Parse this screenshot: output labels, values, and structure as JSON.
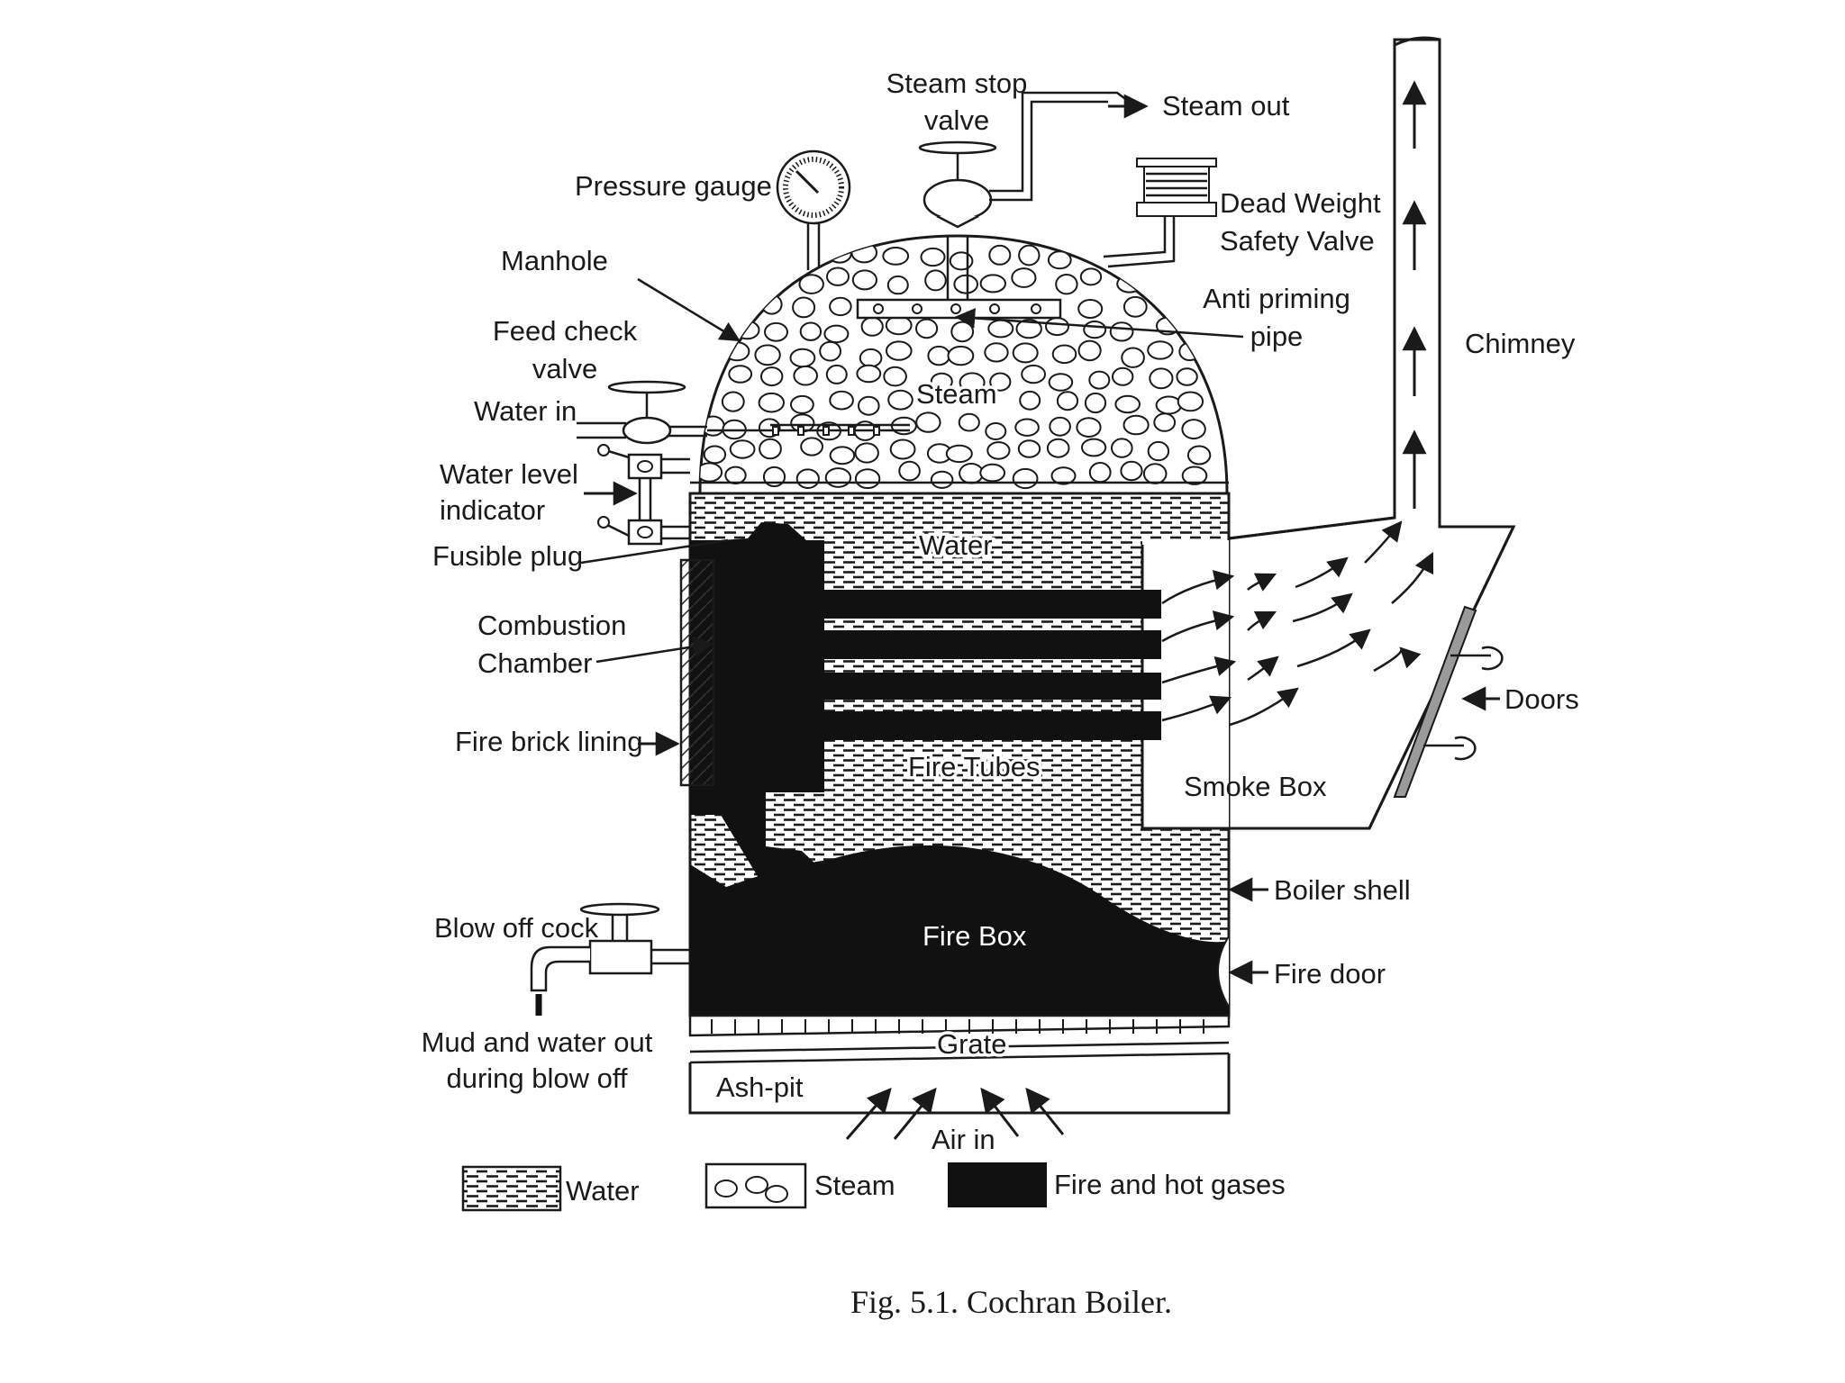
{
  "labels": {
    "steam_stop_valve": [
      "Steam stop",
      "valve"
    ],
    "steam_out": "Steam out",
    "pressure_gauge": "Pressure gauge",
    "dead_weight_safety_valve": [
      "Dead Weight",
      "Safety Valve"
    ],
    "manhole": "Manhole",
    "anti_priming_pipe": [
      "Anti priming",
      "pipe"
    ],
    "feed_check_valve": [
      "Feed check",
      "valve"
    ],
    "chimney": "Chimney",
    "water_in": "Water in",
    "steam": "Steam",
    "water_level_indicator": [
      "Water level",
      "indicator"
    ],
    "fusible_plug": "Fusible plug",
    "water": "Water",
    "combustion_chamber": [
      "Combustion",
      "Chamber"
    ],
    "fire_brick_lining": "Fire brick lining",
    "fire_tubes": "Fire Tubes",
    "doors": "Doors",
    "smoke_box": "Smoke Box",
    "boiler_shell": "Boiler shell",
    "blow_off_cock": "Blow off cock",
    "fire_box": "Fire Box",
    "fire_door": "Fire door",
    "mud_and_water_out": [
      "Mud and water out",
      "during blow off"
    ],
    "grate": "Grate",
    "ash_pit": "Ash-pit",
    "air_in": "Air in"
  },
  "legend": {
    "water": "Water",
    "steam": "Steam",
    "fire": "Fire and hot gases"
  },
  "caption": "Fig. 5.1. Cochran Boiler."
}
